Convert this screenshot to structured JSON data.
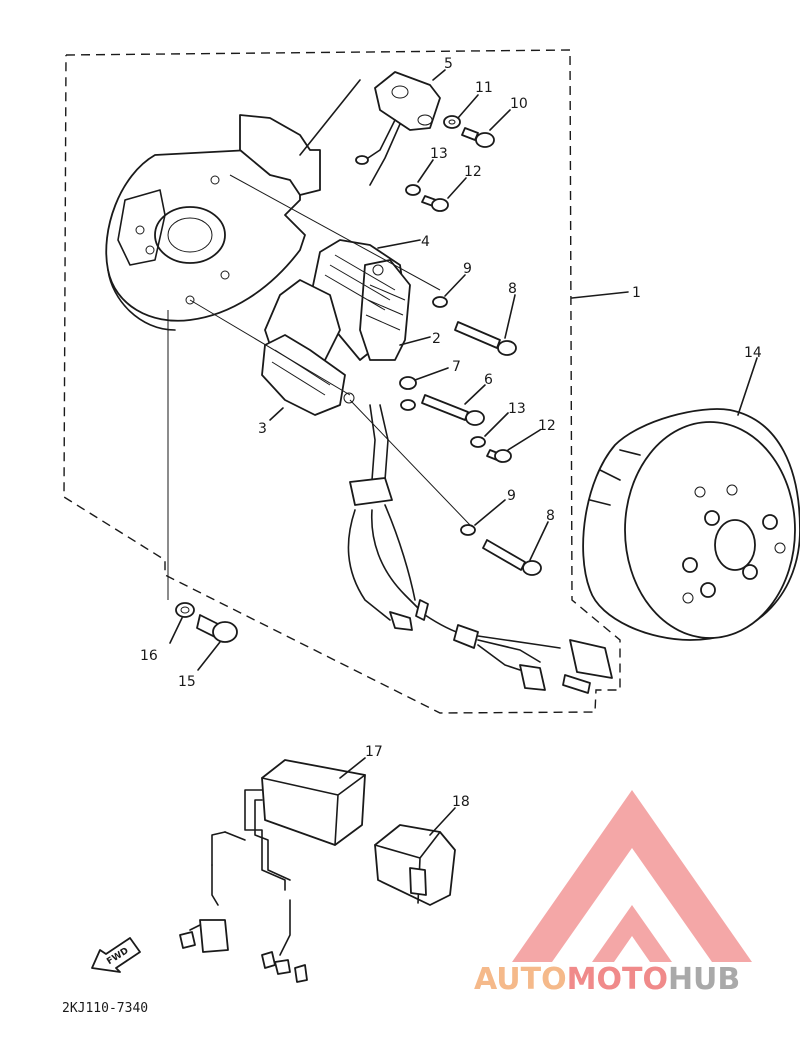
{
  "callouts": {
    "c1": "1",
    "c2": "2",
    "c3": "3",
    "c4": "4",
    "c5": "5",
    "c6": "6",
    "c7": "7",
    "c8a": "8",
    "c8b": "8",
    "c9a": "9",
    "c9b": "9",
    "c10": "10",
    "c11": "11",
    "c12a": "12",
    "c12b": "12",
    "c13a": "13",
    "c13b": "13",
    "c14": "14",
    "c15": "15",
    "c16": "16",
    "c17": "17",
    "c18": "18"
  },
  "fwd_label": "FWD",
  "diagram_code": "2KJ110-7340",
  "watermark": {
    "part1": "AUTO",
    "part2": "MOTO",
    "part3": "HUB"
  },
  "colors": {
    "ink": "#1a1a1a",
    "watermark_triangle": "#f08a8a",
    "watermark_auto": "#f5b98a",
    "watermark_hub": "#a9a9a9"
  }
}
